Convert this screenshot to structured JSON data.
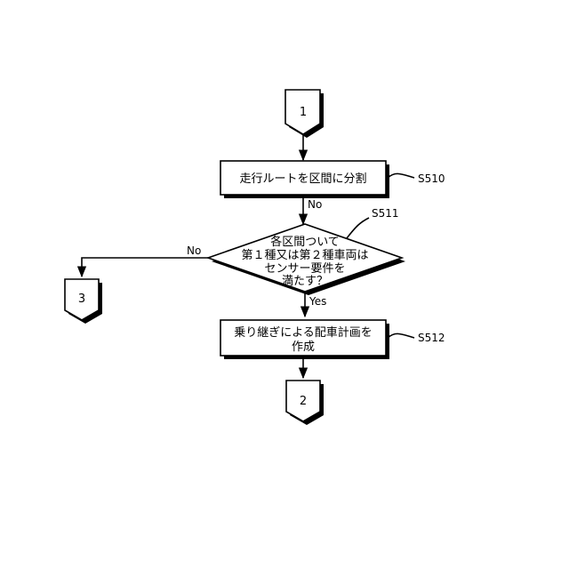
{
  "connectors": {
    "start": "1",
    "end_yes": "2",
    "end_no": "3"
  },
  "steps": {
    "s510": {
      "id": "S510",
      "text": "走行ルートを区間に分割"
    },
    "s511": {
      "id": "S511",
      "lines": [
        "各区間ついて",
        "第１種又は第２種車両は",
        "センサー要件を",
        "満たす？"
      ]
    },
    "s512": {
      "id": "S512",
      "lines": [
        "乗り継ぎによる配車計画を",
        "作成"
      ]
    }
  },
  "branch_labels": {
    "no_down": "No",
    "no_left": "No",
    "yes": "Yes"
  }
}
